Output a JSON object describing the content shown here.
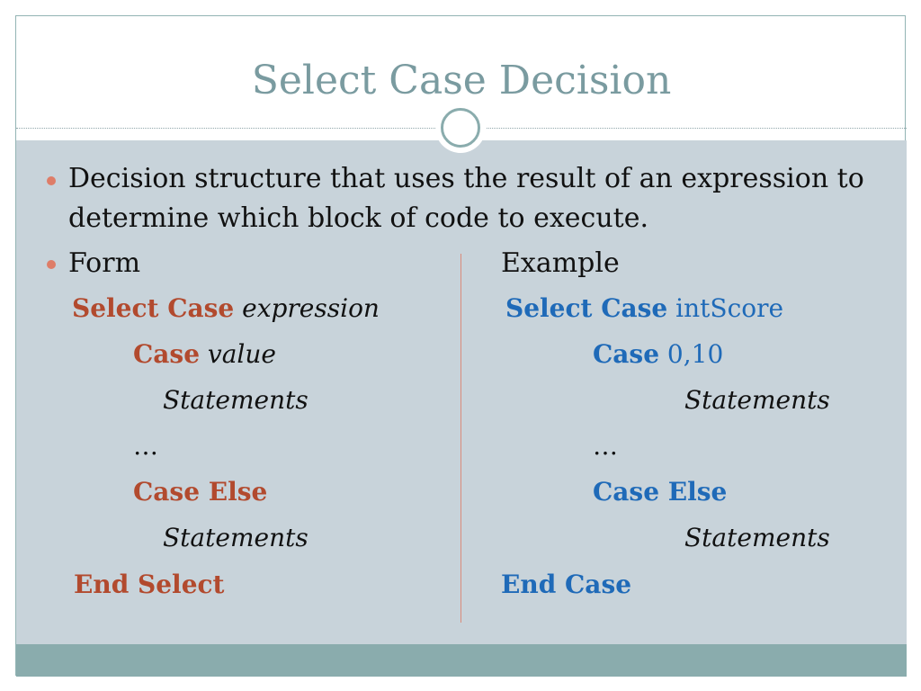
{
  "slide": {
    "title": "Select Case Decision",
    "bullet1_line1": "Decision structure that uses the result of an expression to",
    "bullet1_line2": "determine which block of code to execute.",
    "form": {
      "label": "Form",
      "select_kw": "Select Case",
      "select_arg": "expression",
      "case_kw": "Case",
      "case_arg": "value",
      "stmt1": "Statements",
      "ellipsis": "…",
      "case_else": "Case Else",
      "stmt2": "Statements",
      "end": "End Select"
    },
    "example": {
      "label": "Example",
      "select_kw": "Select Case",
      "select_arg": "intScore",
      "case_kw": "Case",
      "case_arg": "0,10",
      "stmt1": "Statements",
      "ellipsis": "…",
      "case_else": "Case Else",
      "stmt2": "Statements",
      "end": "End Case"
    }
  },
  "colors": {
    "title": "#7a9ba0",
    "body_bg": "#c8d3da",
    "footer_bg": "#8aacad",
    "bullet": "#de7d68",
    "form_keyword": "#b24a2e",
    "example_keyword": "#1f6ab8"
  }
}
